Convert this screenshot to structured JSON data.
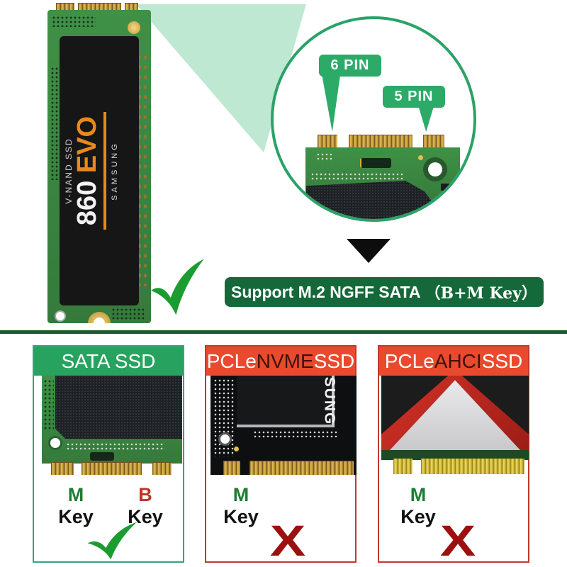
{
  "magnifier": {
    "pin6_label": "6 PIN",
    "pin5_label": "5 PIN"
  },
  "ssd_sticker": {
    "line1": "V-NAND SSD",
    "model": "860 ",
    "variant": "EVO",
    "brand": "SAMSUNG"
  },
  "support_banner": {
    "main": "Support M.2 NGFF SATA",
    "paren": "（B+M Key）"
  },
  "glyphs": {
    "x_mark": "X"
  },
  "panels": [
    {
      "title_pre": "SATA SSD",
      "title_mid": "",
      "title_post": "",
      "keys": [
        {
          "letter": "M",
          "word": "Key"
        },
        {
          "letter": "B",
          "word": "Key"
        }
      ],
      "verdict": "compatible"
    },
    {
      "title_pre": "PCLe ",
      "title_mid": "NVME",
      "title_post": " SSD",
      "chip_text": "SUNG",
      "keys": [
        {
          "letter": "M",
          "word": "Key"
        }
      ],
      "verdict": "incompatible"
    },
    {
      "title_pre": "PCLe ",
      "title_mid": "AHCI",
      "title_post": " SSD",
      "keys": [
        {
          "letter": "M",
          "word": "Key"
        }
      ],
      "verdict": "incompatible"
    }
  ],
  "colors": {
    "mint": "#bfe8d2",
    "jade_circle": "#2aa268",
    "bubble_green": "#2bab67",
    "banner_green": "#156839",
    "header_green": "#27a35f",
    "header_red": "#e94a2e",
    "check_green": "#1b9c30",
    "x_dark_red": "#9d1010",
    "pcb_green": "#3f9146",
    "gold": "#c49a35"
  }
}
